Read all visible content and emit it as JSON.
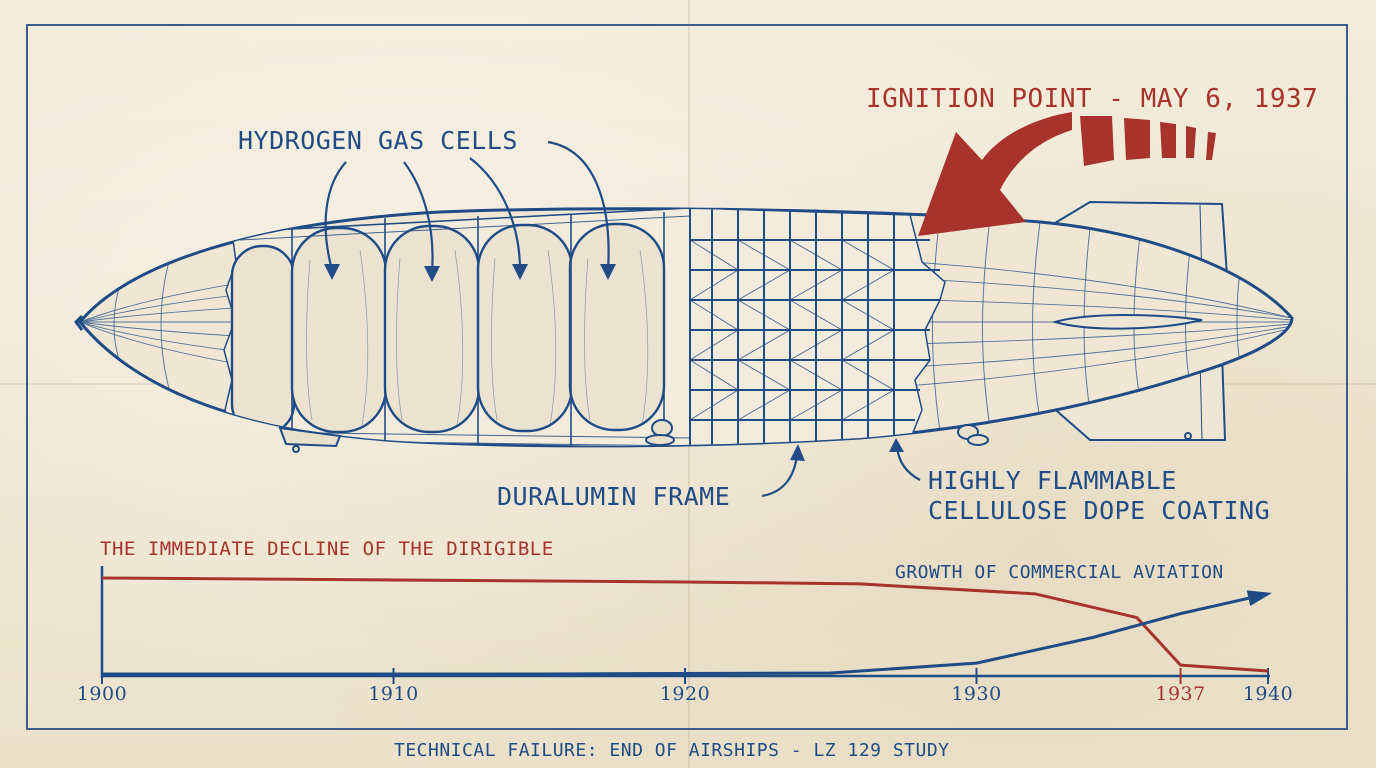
{
  "labels": {
    "hydrogen": "HYDROGEN GAS CELLS",
    "ignition": "IGNITION POINT - MAY 6, 1937",
    "frame": "DURALUMIN FRAME",
    "coating_line1": "HIGHLY FLAMMABLE",
    "coating_line2": "CELLULOSE DOPE COATING",
    "decline": "THE IMMEDIATE DECLINE OF THE DIRIGIBLE",
    "growth": "GROWTH OF COMMERCIAL AVIATION",
    "footer": "TECHNICAL FAILURE: END OF AIRSHIPS - LZ 129 STUDY"
  },
  "colors": {
    "ink_blue": "#1f4c86",
    "ink_red": "#a8332d",
    "paper": "#f2ead8"
  },
  "timeline": {
    "x_ticks": [
      {
        "year": 1900,
        "label": "1900",
        "accent": false
      },
      {
        "year": 1910,
        "label": "1910",
        "accent": false
      },
      {
        "year": 1920,
        "label": "1920",
        "accent": false
      },
      {
        "year": 1930,
        "label": "1930",
        "accent": false
      },
      {
        "year": 1937,
        "label": "1937",
        "accent": true
      },
      {
        "year": 1940,
        "label": "1940",
        "accent": false
      }
    ],
    "x_range": [
      1900,
      1940
    ],
    "y_range": [
      0,
      100
    ],
    "series": [
      {
        "key": "decline",
        "color": "#a8332d",
        "points": [
          [
            1900,
            98
          ],
          [
            1910,
            96
          ],
          [
            1920,
            94
          ],
          [
            1926,
            92
          ],
          [
            1932,
            82
          ],
          [
            1935.5,
            58
          ],
          [
            1937,
            10
          ],
          [
            1940,
            4
          ]
        ]
      },
      {
        "key": "growth",
        "color": "#1f4c86",
        "points": [
          [
            1900,
            1
          ],
          [
            1915,
            1
          ],
          [
            1925,
            2
          ],
          [
            1930,
            12
          ],
          [
            1934,
            38
          ],
          [
            1937,
            62
          ],
          [
            1940,
            82
          ]
        ],
        "arrow_end": true
      }
    ]
  }
}
